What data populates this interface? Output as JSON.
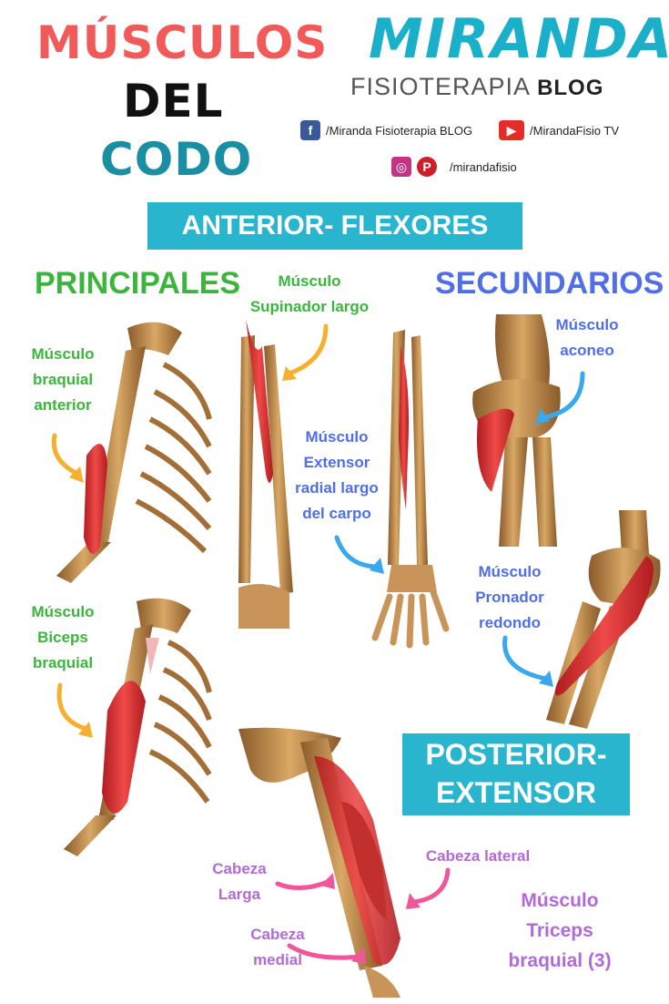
{
  "title": {
    "line1": "MÚSCULOS",
    "line2": "DEL",
    "line3": "CODO"
  },
  "brand": {
    "name": "MIRANDA",
    "subtitle": "FISIOTERAPIA",
    "blog": "BLOG"
  },
  "social": {
    "facebook": "/Miranda Fisioterapia  BLOG",
    "youtube": "/MirandaFisio TV",
    "instagram_pinterest": "/mirandafisio"
  },
  "anterior_banner": "ANTERIOR- FLEXORES",
  "posterior_banner": {
    "line1": "POSTERIOR-",
    "line2": "EXTENSOR"
  },
  "principales": {
    "heading": "PRINCIPALES",
    "braquial": [
      "Músculo",
      "braquial",
      "anterior"
    ],
    "biceps": [
      "Músculo",
      "Biceps",
      "braquial"
    ]
  },
  "supinador": [
    "Músculo",
    "Supinador largo"
  ],
  "extensor": [
    "Músculo",
    "Extensor",
    "radial largo",
    "del carpo"
  ],
  "secundarios": {
    "heading": "SECUNDARIOS",
    "aconeo": [
      "Músculo",
      "aconeo"
    ],
    "pronador": [
      "Músculo",
      "Pronador",
      "redondo"
    ]
  },
  "triceps": {
    "larga": [
      "Cabeza",
      "Larga"
    ],
    "medial": [
      "Cabeza",
      "medial"
    ],
    "lateral": "Cabeza lateral",
    "name": [
      "Músculo",
      "Triceps",
      "braquial (3)"
    ]
  },
  "colors": {
    "bone": "#b27a3e",
    "muscle": "#d8282b",
    "banner": "#2ab5cf",
    "arrow_orange": "#f5b030",
    "arrow_blue": "#3aa8ef",
    "arrow_pink": "#f0569a"
  }
}
